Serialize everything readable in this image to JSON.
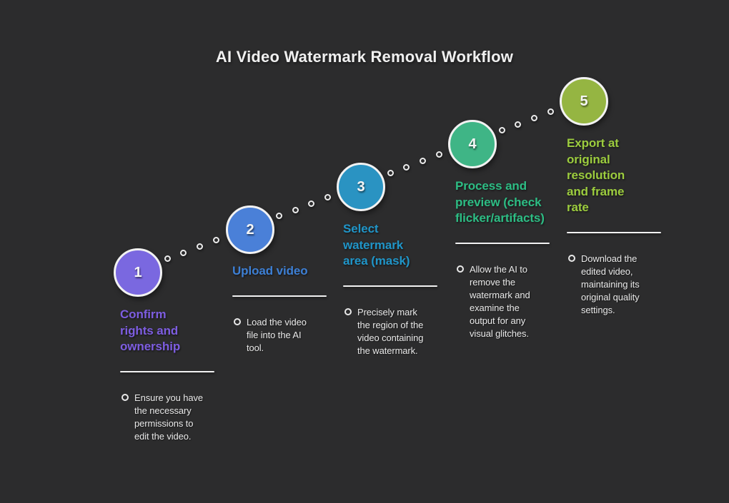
{
  "title": "AI Video Watermark Removal Workflow",
  "theme": {
    "background": "#2c2c2d",
    "title_color": "#f0f0f0",
    "separator_color": "#f2f2f2",
    "body_text_color": "#e9e9e9",
    "number_color": "#f5f5f5",
    "circle_border_color": "#f2f2f2"
  },
  "steps": [
    {
      "number": "1",
      "heading": "Confirm\nrights and\nownership",
      "description": "Ensure you have\nthe necessary\npermissions to\nedit the video.",
      "accent": "#7d5de0",
      "circle_fill": "#7a68e0"
    },
    {
      "number": "2",
      "heading": "Upload video",
      "description": "Load the video\nfile into the AI\ntool.",
      "accent": "#3d7fd4",
      "circle_fill": "#4a80d8"
    },
    {
      "number": "3",
      "heading": "Select\nwatermark\narea (mask)",
      "description": "Precisely mark\nthe region of the\nvideo containing\nthe watermark.",
      "accent": "#2095c8",
      "circle_fill": "#2a93c2"
    },
    {
      "number": "4",
      "heading": "Process and\npreview (check\nflicker/artifacts)",
      "description": "Allow the AI to\nremove the\nwatermark and\nexamine the\noutput for any\nvisual glitches.",
      "accent": "#2dbd84",
      "circle_fill": "#3fb586"
    },
    {
      "number": "5",
      "heading": "Export at\noriginal\nresolution\nand frame\nrate",
      "description": "Download the\nedited video,\nmaintaining its\noriginal quality\nsettings.",
      "accent": "#9ccc3e",
      "circle_fill": "#95b542"
    }
  ]
}
